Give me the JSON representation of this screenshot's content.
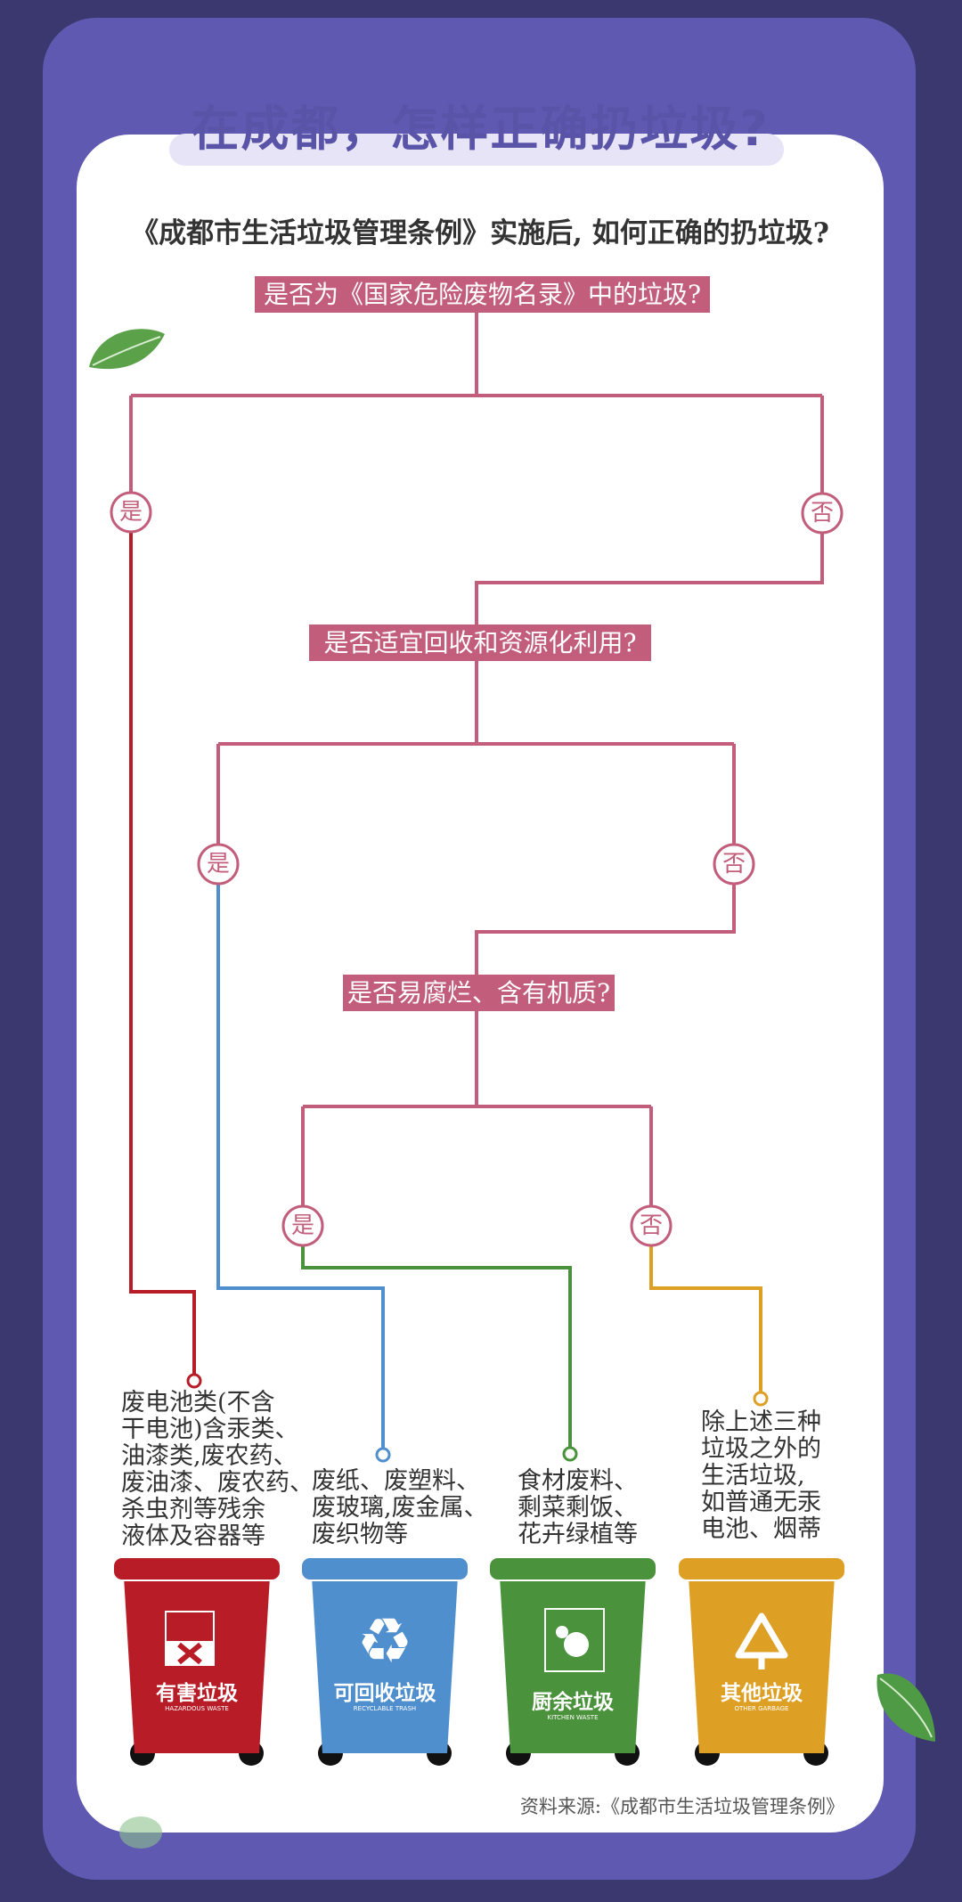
{
  "title": "在成都，怎样正确扔垃圾?",
  "subtitle": "《成都市生活垃圾管理条例》实施后, 如何正确的扔垃圾?",
  "questions": [
    "是否为《国家危险废物名录》中的垃圾?",
    "是否适宜回收和资源化利用?",
    "是否易腐烂、含有机质?"
  ],
  "yes": "是",
  "no": "否",
  "bins": [
    {
      "name": "有害垃圾",
      "en": "HAZARDOUS WASTE",
      "desc": "废电池类(不含\n干电池)含汞类、\n油漆类,废农药、\n废油漆、废农药、\n杀虫剂等残余\n液体及容器等",
      "color": "#b81d27"
    },
    {
      "name": "可回收垃圾",
      "en": "RECYCLABLE TRASH",
      "desc": "废纸、废塑料、\n废玻璃,废金属、\n废织物等",
      "color": "#4f8fcd"
    },
    {
      "name": "厨余垃圾",
      "en": "KITCHEN WASTE",
      "desc": "食材废料、\n剩菜剩饭、\n花卉绿植等",
      "color": "#4b923c"
    },
    {
      "name": "其他垃圾",
      "en": "OTHER GARBAGE",
      "desc": "除上述三种\n垃圾之外的\n生活垃圾,\n如普通无汞\n电池、烟蒂",
      "color": "#dea024"
    }
  ],
  "source": "资料来源:《成都市生活垃圾管理条例》",
  "colors": {
    "pink": "#c25e7c",
    "title": "#5a54a8"
  }
}
